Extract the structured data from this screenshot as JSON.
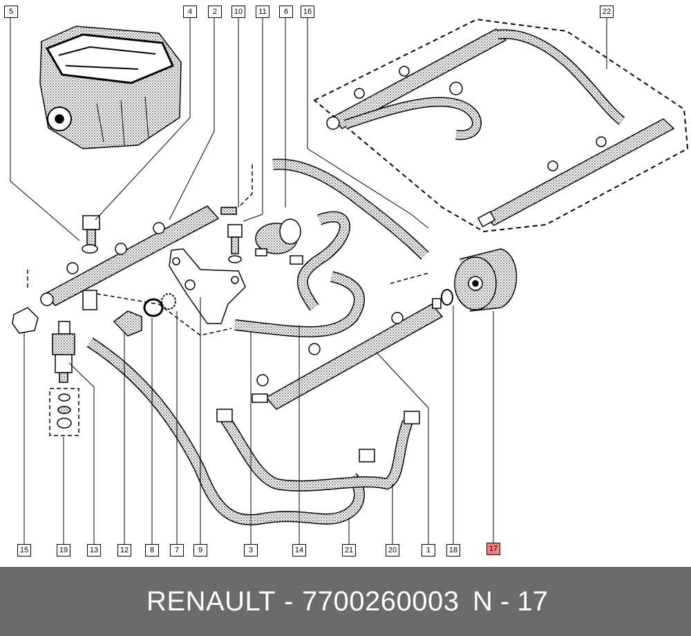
{
  "callouts": {
    "c5": "5",
    "c4": "4",
    "c2": "2",
    "c10": "10",
    "c11": "11",
    "c6": "6",
    "c16": "16",
    "c22": "22",
    "c15": "15",
    "c19": "19",
    "c13": "13",
    "c12": "12",
    "c8": "8",
    "c7": "7",
    "c9": "9",
    "c3": "3",
    "c14": "14",
    "c21": "21",
    "c20": "20",
    "c1": "1",
    "c18": "18",
    "c17": "17"
  },
  "footer": {
    "brand": "RENAULT",
    "separator": "-",
    "part_number": "7700260003",
    "reference": "N - 17"
  },
  "colors": {
    "highlight": "#ff7a7a",
    "footer_bg": "#6b6b6b",
    "line": "#000000"
  }
}
